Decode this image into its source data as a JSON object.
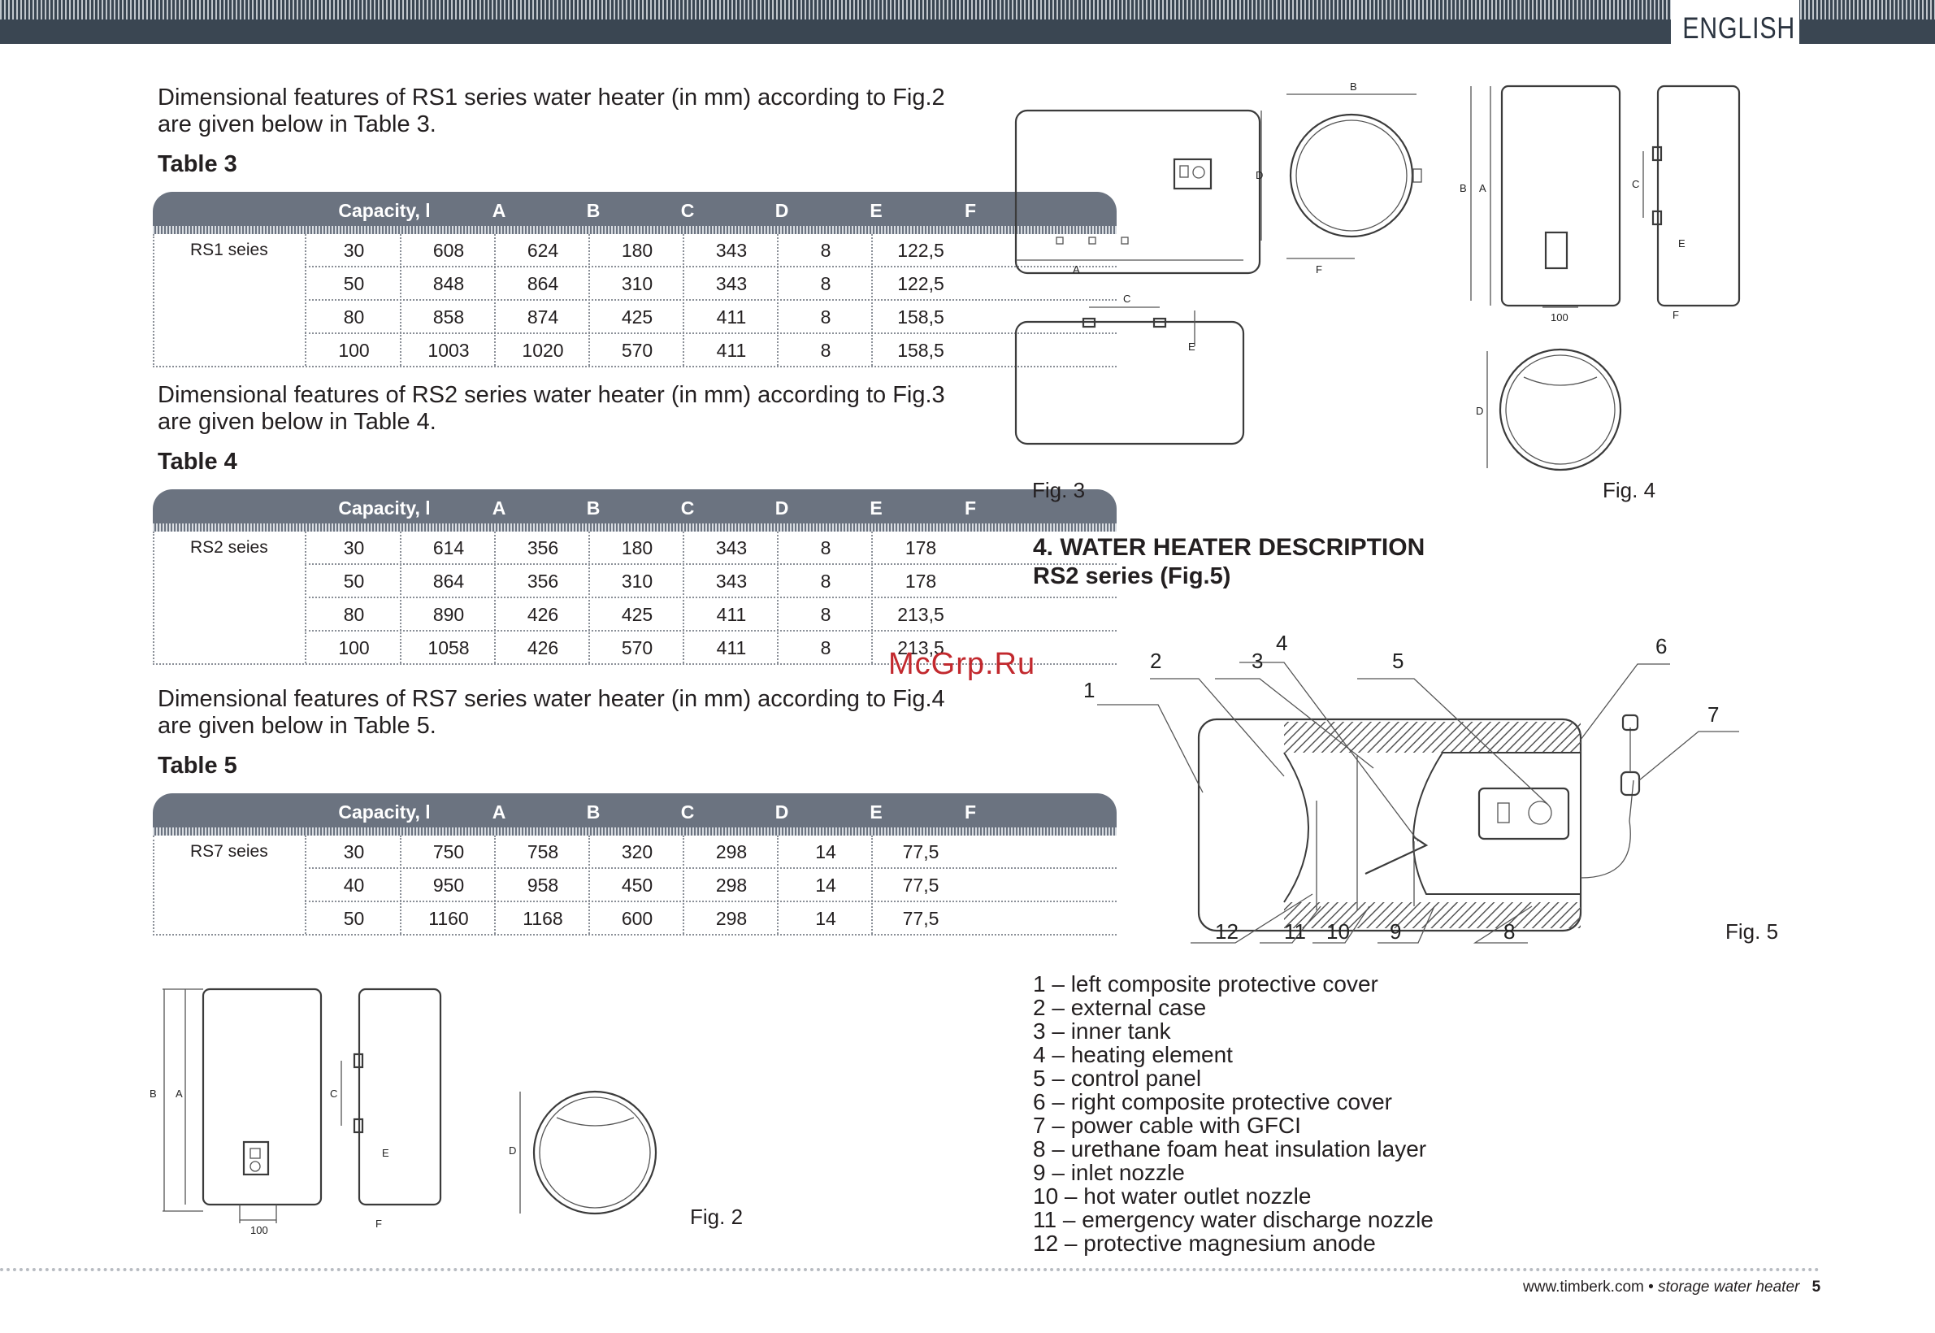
{
  "header": {
    "language": "ENGLISH"
  },
  "tables": [
    {
      "intro": [
        "Dimensional features of RS1 series water heater (in mm) according to Fig.2",
        "are given below in Table 3."
      ],
      "title": "Table 3",
      "series_name": "RS1 seies",
      "columns": [
        "Capacity, l",
        "A",
        "B",
        "C",
        "D",
        "E",
        "F"
      ],
      "rows": [
        [
          "30",
          "608",
          "624",
          "180",
          "343",
          "8",
          "122,5"
        ],
        [
          "50",
          "848",
          "864",
          "310",
          "343",
          "8",
          "122,5"
        ],
        [
          "80",
          "858",
          "874",
          "425",
          "411",
          "8",
          "158,5"
        ],
        [
          "100",
          "1003",
          "1020",
          "570",
          "411",
          "8",
          "158,5"
        ]
      ]
    },
    {
      "intro": [
        "Dimensional features of RS2 series water heater (in mm) according to Fig.3",
        "are given below in Table 4."
      ],
      "title": "Table 4",
      "series_name": "RS2 seies",
      "columns": [
        "Capacity, l",
        "A",
        "B",
        "C",
        "D",
        "E",
        "F"
      ],
      "rows": [
        [
          "30",
          "614",
          "356",
          "180",
          "343",
          "8",
          "178"
        ],
        [
          "50",
          "864",
          "356",
          "310",
          "343",
          "8",
          "178"
        ],
        [
          "80",
          "890",
          "426",
          "425",
          "411",
          "8",
          "213,5"
        ],
        [
          "100",
          "1058",
          "426",
          "570",
          "411",
          "8",
          "213,5"
        ]
      ]
    },
    {
      "intro": [
        "Dimensional features of RS7 series water heater (in mm) according to Fig.4",
        "are given below in Table 5."
      ],
      "title": "Table 5",
      "series_name": "RS7 seies",
      "columns": [
        "Capacity, l",
        "A",
        "B",
        "C",
        "D",
        "E",
        "F"
      ],
      "rows": [
        [
          "30",
          "750",
          "758",
          "320",
          "298",
          "14",
          "77,5"
        ],
        [
          "40",
          "950",
          "958",
          "450",
          "298",
          "14",
          "77,5"
        ],
        [
          "50",
          "1160",
          "1168",
          "600",
          "298",
          "14",
          "77,5"
        ]
      ]
    }
  ],
  "figures": {
    "fig2": "Fig. 2",
    "fig3": "Fig. 3",
    "fig4": "Fig. 4",
    "fig5": "Fig. 5",
    "dim": {
      "a": "A",
      "b": "B",
      "c": "C",
      "d": "D",
      "e": "E",
      "f": "F",
      "hundred": "100"
    },
    "callouts": [
      "1",
      "2",
      "3",
      "4",
      "5",
      "6",
      "7",
      "8",
      "9",
      "10",
      "11",
      "12"
    ]
  },
  "description": {
    "title": "4. WATER HEATER DESCRIPTION",
    "subtitle": "RS2 series (Fig.5)",
    "items": [
      "1 – left composite protective cover",
      "2 – external case",
      "3 – inner tank",
      "4 – heating element",
      "5 – control panel",
      "6 – right composite protective cover",
      "7 – power cable with GFCI",
      "8 – urethane foam heat insulation layer",
      "9 – inlet nozzle",
      "10 – hot water outlet nozzle",
      "11 – emergency water discharge nozzle",
      "12 – protective magnesium anode"
    ]
  },
  "footer": {
    "site": "www.timberk.com",
    "sep": " • ",
    "product": "storage water heater",
    "page": "5"
  },
  "watermark": "McGrp.Ru"
}
